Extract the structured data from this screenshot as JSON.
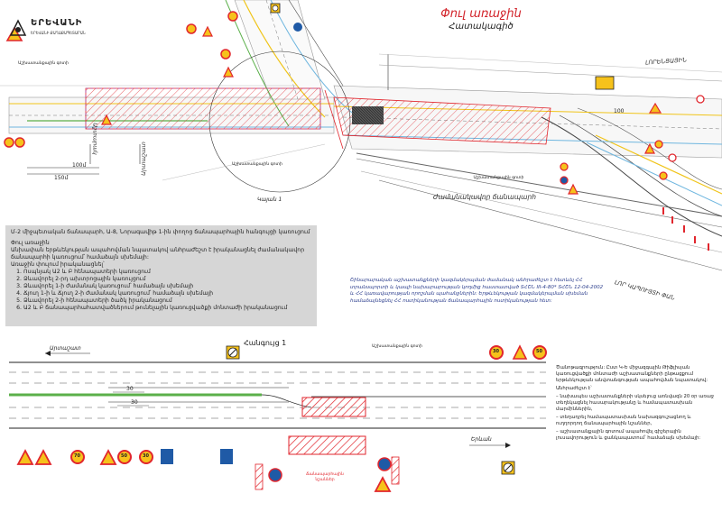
{
  "brand": {
    "name": "ԵՐԵՎԱՆԻ",
    "tagline": "ԵՐԵՎԱՆԻ ՔԱՂԱՔԱՊԵՏԱՐԱՆ"
  },
  "header": {
    "title": "Փուլ   առաջին",
    "subtitle": "Հատակագիծ"
  },
  "top_labels": {
    "callout_left": "Աշխատանքային գոտի",
    "callout_mid": "Աշխատանքային գոտի",
    "callout_right": "Աշխատանքային գոտի",
    "road_main": "Ժամանակավոր ճանապարհ",
    "road_right": "ԼՈՐԵՆՑԱՅԻՆ",
    "road_right2": "ԼՈՐ ԿԱՊՈՒՅՏԻ ՓԱՆ",
    "dir_left": "Աշտարակ",
    "dir_up": "Արտաշատ",
    "dim_150": "150մ",
    "dim_100": "100մ",
    "dim_100b": "100",
    "label_kayan": "Կայան 1"
  },
  "gray_note": {
    "line1": "Մ-2 միջպետական ճանապարհ, Ա-8, Նորագավիթ 1-ին փողոց ճանապարհային հանգույցի կառուցում",
    "phase": "Փուլ  առաջին",
    "intro": "Անխափան երթևեկության ապահովման նպատակով անհրաժեշտ է իրականացնել ժամանակավոր ճանապարհի կառուցում՝ համաձայն սխեմայի:",
    "tasks_head": "Առաջին փուլում իրականացնել՝",
    "tasks": [
      "Ոսպնյակ Ա2 և Բ հենապատերի կառուցում",
      "Ձևավորել 2-րդ ախտրոցային կառույցում",
      "Ձևավորել 1-ի ժամանակ կառուցում՝ համաձայն սխեմայի",
      "Ճյուղ 1-ի և Ճյուղ 2-ի ժամանակ կառուցում՝ համաձայն սխեմայի",
      "Ձևավորել 2-ի հենապատերի ծածկ իրականացում",
      "Ա2 և Բ ճանապարհահատվածներում թունելային կառուցվածքի մոնտաժի իրականացում"
    ]
  },
  "blue_note": {
    "text": "Շինարարական աշխատանքների կազմակերպման ժամանակ անհրաժեշտ է հետևել ՀՀ տրանսպորտի և կապի նախարարության կողմից հաստատված ՏՀՇՆ III-4-80* ՏՀՇՆ 12-04-2002 և ՀՀ կառավարության որոշման պահանջներին: Երթևեկության կազմակերպման սխեման համաձայնեցնել ՀՀ ոստիկանության ճանապարհային ոստիկանության հետ:"
  },
  "section2": {
    "title": "Հանգույց 1",
    "dir_left": "Արտաշատ",
    "dir_right": "Երևան",
    "dim_30a": "30",
    "dim_30b": "30",
    "callout": "Աշխատանքային գոտի",
    "callout2": "Ճանապարհային նշաններ",
    "sign_codes": [
      "1.25",
      "3.24",
      "1.20.2",
      "3.24",
      "1.25",
      "5.15.6",
      "5.15.6",
      "1.34.2",
      "4.2.1",
      "1.34.1",
      "4.2.1",
      "3.31",
      "3.24",
      "1.25",
      "3.31"
    ],
    "speeds": [
      "70",
      "50",
      "30",
      "30",
      "50"
    ]
  },
  "legend": {
    "p1": "Ծանոթագրություն: Ըստ Կ-Ե միջազգային Թիֆլիսյան կառուցվածքի մոնտաժի աշխատանքների ընթացքում երթևեկության անվտանգության ապահովման նպատակով:",
    "p2": "Անհրաժեշտ է՝",
    "p3": "– նախապես աշխատանքների սկսելուց առնվազն 20 օր առաջ տեղեկացնել հասարակությանը և համապատասխան մարմիններին,",
    "p4": "– տեղադրել համապատասխան նախազգուշացնող և ուղղորդող ճանապարհային նշաններ,",
    "p5": "– աշխատանքային գոտում ապահովել գիշերային լուսավորություն և ցանկապատում՝ համաձայն սխեմայի:"
  },
  "colors": {
    "title_red": "#d2232a",
    "hatch_red": "#e1262d",
    "road_yellow": "#f0c419",
    "road_green": "#5bb04a",
    "road_blue": "#6fb6df",
    "sign_blue": "#1f5aa6"
  }
}
